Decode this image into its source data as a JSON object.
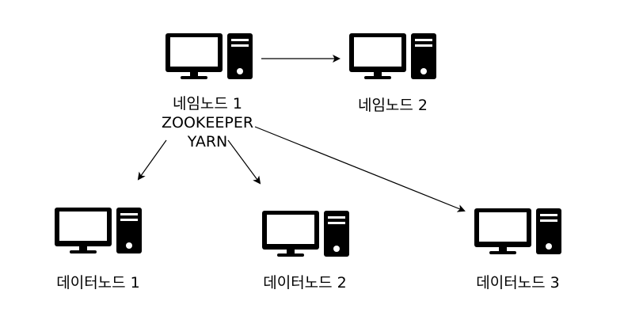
{
  "diagram": {
    "nodes": [
      {
        "id": "namenode1",
        "lines": [
          "네임노드 1",
          "ZOOKEEPER",
          "YARN"
        ],
        "icon": "computer-icon"
      },
      {
        "id": "namenode2",
        "lines": [
          "네임노드 2"
        ],
        "icon": "computer-icon"
      },
      {
        "id": "datanode1",
        "lines": [
          "데이터노드 1"
        ],
        "icon": "computer-icon"
      },
      {
        "id": "datanode2",
        "lines": [
          "데이터노드 2"
        ],
        "icon": "computer-icon"
      },
      {
        "id": "datanode3",
        "lines": [
          "데이터노드 3"
        ],
        "icon": "computer-icon"
      }
    ],
    "edges": [
      {
        "from": "namenode1",
        "to": "namenode2"
      },
      {
        "from": "namenode1",
        "to": "datanode1"
      },
      {
        "from": "namenode1",
        "to": "datanode2"
      },
      {
        "from": "namenode1",
        "to": "datanode3"
      }
    ],
    "colors": {
      "stroke": "#000000",
      "background": "#ffffff"
    }
  }
}
